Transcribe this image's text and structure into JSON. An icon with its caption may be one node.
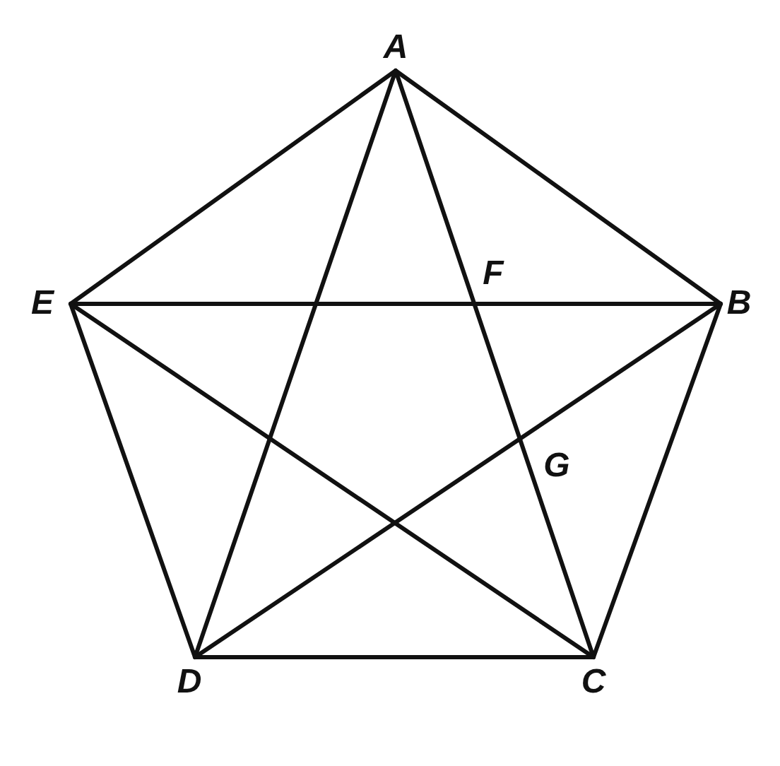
{
  "diagram": {
    "nodes": [
      {
        "text": [
          "A"
        ]
      },
      {
        "text": [
          "B"
        ]
      },
      {
        "text": [
          "C"
        ]
      },
      {
        "text": [
          "D"
        ]
      },
      {
        "text": [
          "E"
        ]
      }
    ],
    "edges": [
      {
        "from": 0,
        "to": 1,
        "arrow": "none"
      },
      {
        "from": 1,
        "to": 2,
        "arrow": "none"
      },
      {
        "from": 2,
        "to": 3,
        "arrow": "none"
      },
      {
        "from": 3,
        "to": 4,
        "arrow": "none"
      },
      {
        "from": 4,
        "to": 0,
        "arrow": "none"
      },
      {
        "from": 0,
        "to": 2,
        "arrow": "none"
      },
      {
        "from": 0,
        "to": 3,
        "arrow": "none"
      },
      {
        "from": 4,
        "to": 1,
        "arrow": "none"
      },
      {
        "from": 4,
        "to": 2,
        "arrow": "none"
      },
      {
        "from": 3,
        "to": 1,
        "arrow": "none"
      }
    ],
    "labels": [
      "F",
      "G"
    ]
  }
}
